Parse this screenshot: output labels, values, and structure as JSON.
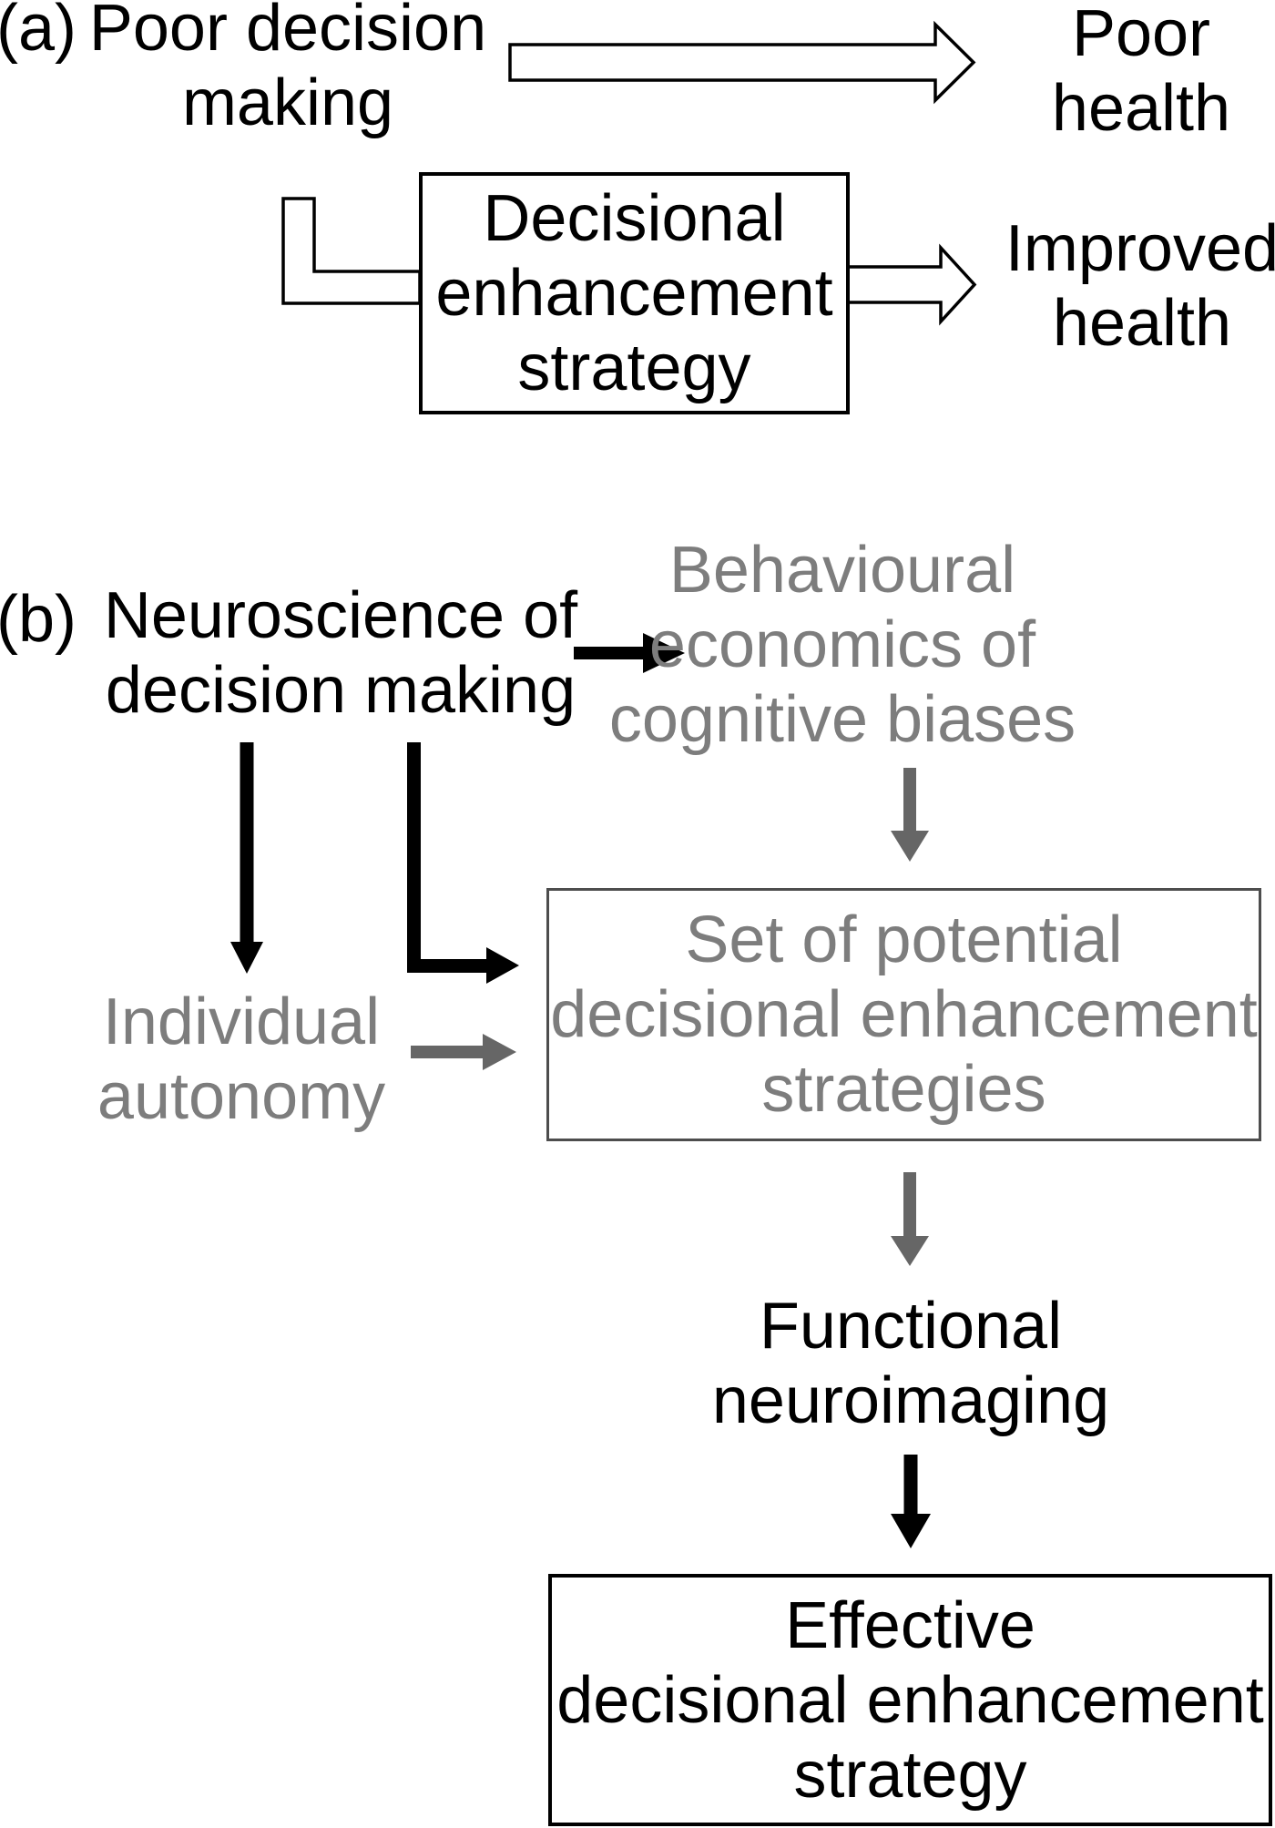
{
  "panel_a": {
    "label": "(a)",
    "poor_decision": "Poor decision\nmaking",
    "poor_health": "Poor\nhealth",
    "strategy_box": "Decisional\nenhancement\nstrategy",
    "improved_health": "Improved\nhealth"
  },
  "panel_b": {
    "label": "(b)",
    "neuroscience": "Neuroscience of\ndecision making",
    "behavioural": "Behavioural\neconomics of\ncognitive biases",
    "individual_autonomy": "Individual\nautonomy",
    "potential_box": "Set of potential\ndecisional enhancement\nstrategies",
    "functional": "Functional\nneuroimaging",
    "effective_box": "Effective\ndecisional enhancement\nstrategy"
  },
  "edges": [
    {
      "from": "poor-decision-making",
      "to": "poor-health",
      "style": "hollow-outline-arrow"
    },
    {
      "from": "poor-decision-making",
      "to": "decisional-enhancement-strategy-box",
      "style": "hollow-outline-elbow"
    },
    {
      "from": "decisional-enhancement-strategy-box",
      "to": "improved-health",
      "style": "hollow-outline-arrow"
    },
    {
      "from": "neuroscience-of-decision-making",
      "to": "behavioural-economics",
      "style": "solid-arrow",
      "color": "black"
    },
    {
      "from": "neuroscience-of-decision-making",
      "to": "individual-autonomy",
      "style": "solid-arrow",
      "color": "black"
    },
    {
      "from": "neuroscience-of-decision-making",
      "to": "potential-strategies-box",
      "style": "solid-elbow-arrow",
      "color": "black"
    },
    {
      "from": "behavioural-economics",
      "to": "potential-strategies-box",
      "style": "solid-arrow",
      "color": "gray"
    },
    {
      "from": "individual-autonomy",
      "to": "potential-strategies-box",
      "style": "solid-arrow",
      "color": "gray"
    },
    {
      "from": "potential-strategies-box",
      "to": "functional-neuroimaging",
      "style": "solid-arrow",
      "color": "gray"
    },
    {
      "from": "functional-neuroimaging",
      "to": "effective-strategy-box",
      "style": "solid-arrow",
      "color": "black"
    }
  ],
  "colors": {
    "black": "#000000",
    "gray_text": "#7d7d7d",
    "gray_arrow": "#666666",
    "gray_border": "#4d4d4d",
    "background": "#ffffff"
  }
}
